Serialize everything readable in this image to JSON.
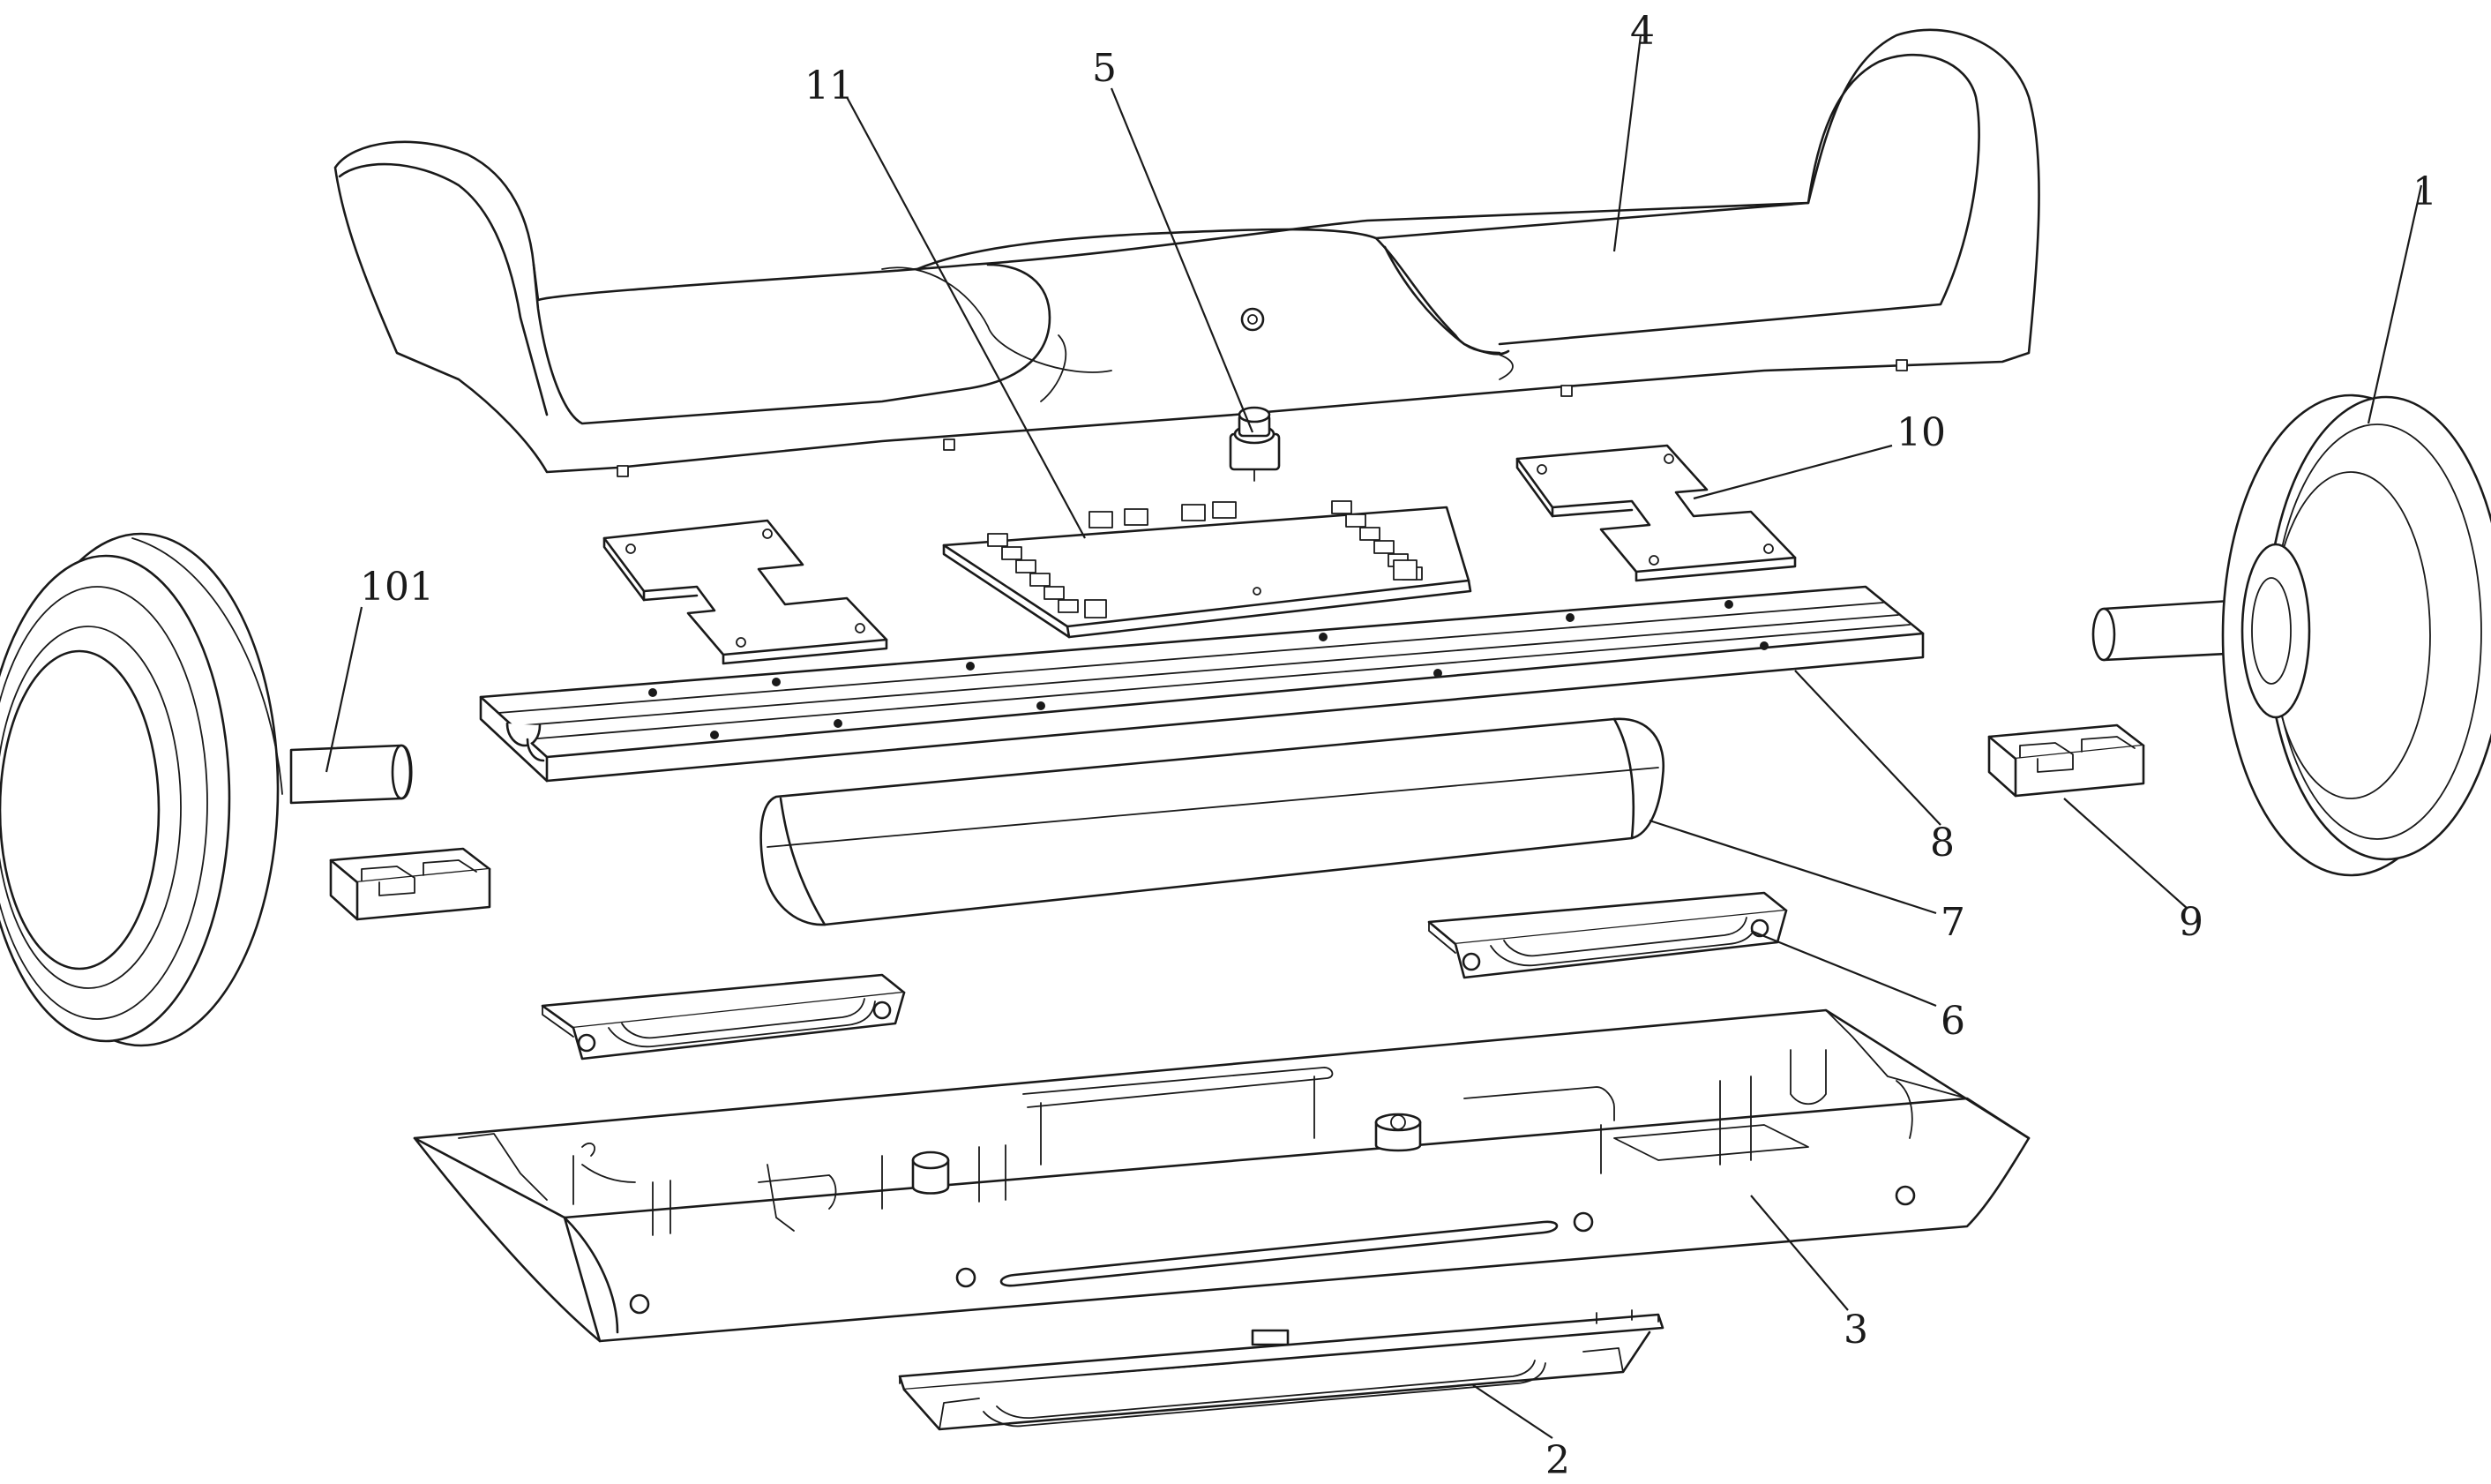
{
  "callouts": {
    "c1": "1",
    "c2": "2",
    "c3": "3",
    "c4": "4",
    "c5": "5",
    "c6": "6",
    "c7": "7",
    "c8": "8",
    "c9": "9",
    "c10": "10",
    "c11": "11",
    "c101": "101"
  }
}
